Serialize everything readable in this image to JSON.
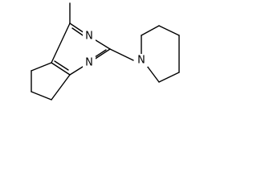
{
  "molecule": {
    "atoms": {
      "n1": "N",
      "n3": "N",
      "n_pip": "N"
    },
    "bond_color": "#000000",
    "background": "#ffffff"
  }
}
